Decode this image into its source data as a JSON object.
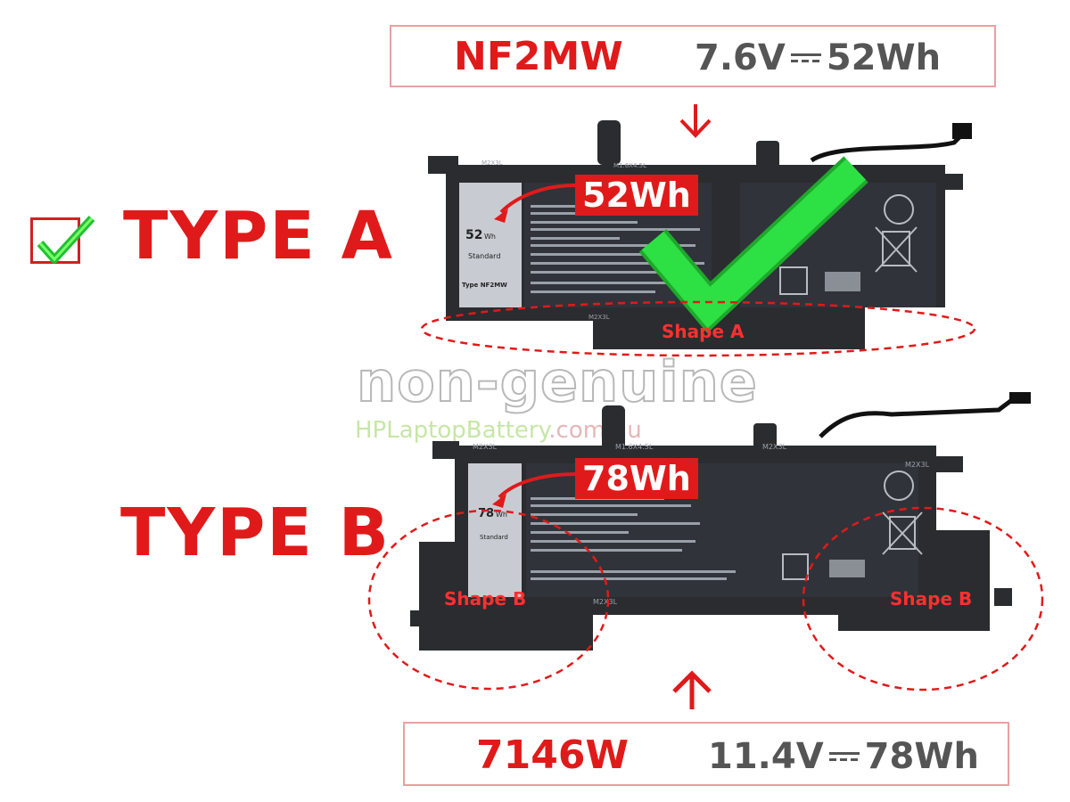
{
  "type_a": {
    "label": "TYPE A",
    "model": "NF2MW",
    "voltage": "7.6V",
    "capacity": "52Wh",
    "callout": "52Wh",
    "shape_label": "Shape A",
    "sticker_capacity": "52",
    "sticker_unit": "Wh",
    "sticker_type": "Type NF2MW",
    "sticker_std": "Standard"
  },
  "type_b": {
    "label": "TYPE B",
    "model": "7146W",
    "voltage": "11.4V",
    "capacity": "78Wh",
    "callout": "78Wh",
    "shape_label": "Shape B",
    "sticker_capacity": "78",
    "sticker_unit": "Wh",
    "sticker_std": "Standard"
  },
  "watermark": {
    "line1": "non-genuine",
    "line2_brand": "HPLaptopBattery",
    "line2_domain": ".com.au"
  },
  "screw_labels": {
    "m2x3l": "M2X3L",
    "m16x45l": "M1.6X4.5L"
  },
  "colors": {
    "accent_red": "#e01a1a",
    "check_green": "#22e03a",
    "battery_body": "#2a2c30"
  }
}
